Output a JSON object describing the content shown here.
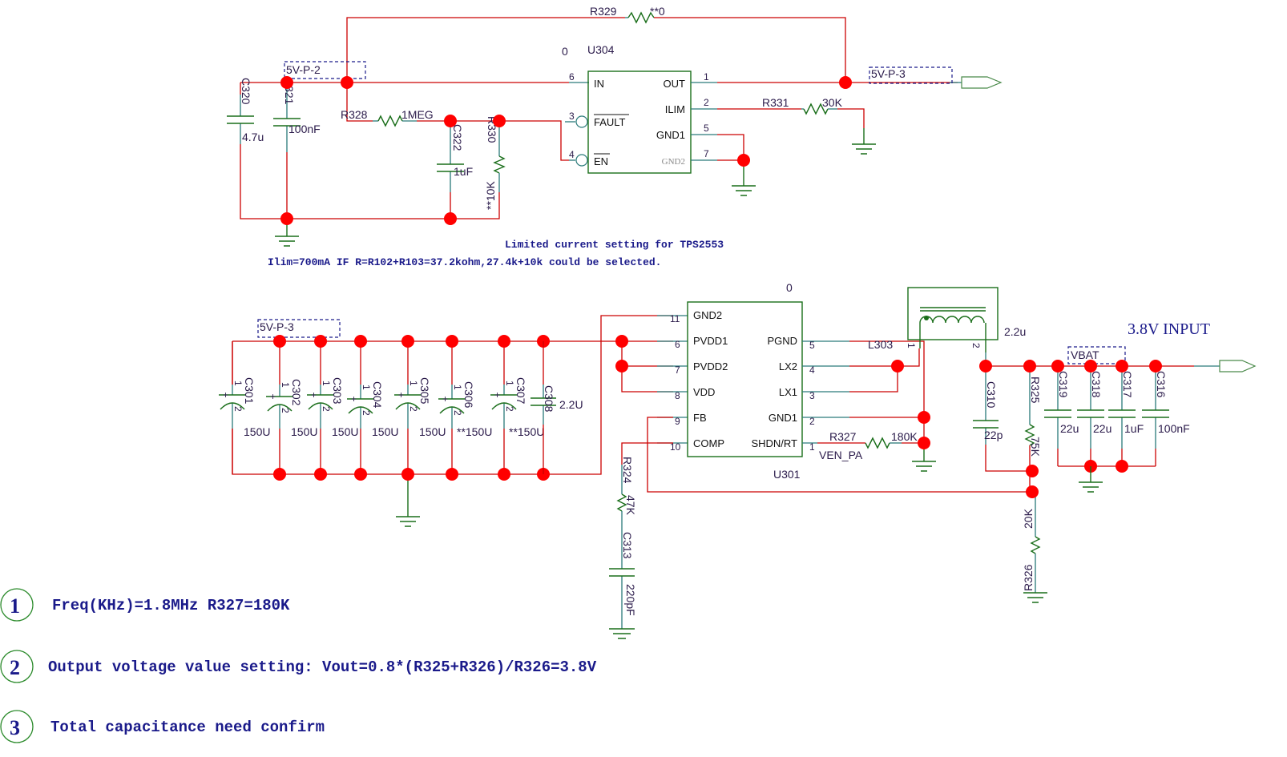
{
  "top_circuit": {
    "ic": {
      "ref": "U304",
      "marker": "0",
      "pins_left": [
        {
          "num": "6",
          "name": "IN"
        },
        {
          "num": "3",
          "name": "FAULT"
        },
        {
          "num": "4",
          "name": "EN"
        }
      ],
      "pins_right": [
        {
          "num": "1",
          "name": "OUT"
        },
        {
          "num": "2",
          "name": "ILIM"
        },
        {
          "num": "5",
          "name": "GND1"
        },
        {
          "num": "7",
          "name": "GND2"
        }
      ]
    },
    "nets": {
      "in": "5V-P-2",
      "out": "5V-P-3"
    },
    "components": {
      "R329": {
        "ref": "R329",
        "value": "**0"
      },
      "R328": {
        "ref": "R328",
        "value": "1MEG"
      },
      "R330": {
        "ref": "R330",
        "value": "**10K"
      },
      "R331": {
        "ref": "R331",
        "value": "30K"
      },
      "C320": {
        "ref": "C320",
        "value": "4.7u"
      },
      "C321": {
        "ref": "C321",
        "value": "100nF"
      },
      "C322": {
        "ref": "C322",
        "value": "1uF"
      }
    },
    "note_title": "Limited current setting for TPS2553",
    "note_body": "Ilim=700mA IF R=R102+R103=37.2kohm,27.4k+10k could be selected."
  },
  "bottom_circuit": {
    "ic": {
      "ref": "U301",
      "marker": "0",
      "pins_left": [
        {
          "num": "11",
          "name": "GND2"
        },
        {
          "num": "6",
          "name": "PVDD1"
        },
        {
          "num": "7",
          "name": "PVDD2"
        },
        {
          "num": "8",
          "name": "VDD"
        },
        {
          "num": "9",
          "name": "FB"
        },
        {
          "num": "10",
          "name": "COMP"
        }
      ],
      "pins_right": [
        {
          "num": "5",
          "name": "PGND"
        },
        {
          "num": "4",
          "name": "LX2"
        },
        {
          "num": "3",
          "name": "LX1"
        },
        {
          "num": "2",
          "name": "GND1"
        },
        {
          "num": "1",
          "name": "SHDN/RT"
        }
      ]
    },
    "nets": {
      "in": "5V-P-3",
      "out": "VBAT",
      "enable": "VEN_PA"
    },
    "input_caps": [
      {
        "ref": "C301",
        "value": "150U"
      },
      {
        "ref": "C302",
        "value": "150U"
      },
      {
        "ref": "C303",
        "value": "150U"
      },
      {
        "ref": "C304",
        "value": "150U"
      },
      {
        "ref": "C305",
        "value": "150U"
      },
      {
        "ref": "C306",
        "value": "**150U"
      },
      {
        "ref": "C307",
        "value": "**150U"
      }
    ],
    "cap_pin_plus": "1",
    "cap_pin_minus": "2",
    "components": {
      "C308": {
        "ref": "C308",
        "value": "2.2U"
      },
      "L303": {
        "ref": "L303",
        "value": "2.2u",
        "pin1": "1",
        "pin2": "2"
      },
      "R327": {
        "ref": "R327",
        "value": "180K"
      },
      "C310": {
        "ref": "C310",
        "value": "22p"
      },
      "R325": {
        "ref": "R325",
        "value": "75K"
      },
      "R326": {
        "ref": "R326",
        "value": "20K"
      },
      "R324": {
        "ref": "R324",
        "value": "47K"
      },
      "C313": {
        "ref": "C313",
        "value": "220pF"
      }
    },
    "output_caps": [
      {
        "ref": "C319",
        "value": "22u"
      },
      {
        "ref": "C318",
        "value": "22u"
      },
      {
        "ref": "C317",
        "value": "1uF"
      },
      {
        "ref": "C316",
        "value": "100nF"
      }
    ],
    "output_title": "3.8V INPUT"
  },
  "notes": [
    {
      "num": "1",
      "text": "Freq(KHz)=1.8MHz R327=180K"
    },
    {
      "num": "2",
      "text": "Output voltage value setting: Vout=0.8*(R325+R326)/R326=3.8V"
    },
    {
      "num": "3",
      "text": "Total capacitance need confirm"
    }
  ]
}
